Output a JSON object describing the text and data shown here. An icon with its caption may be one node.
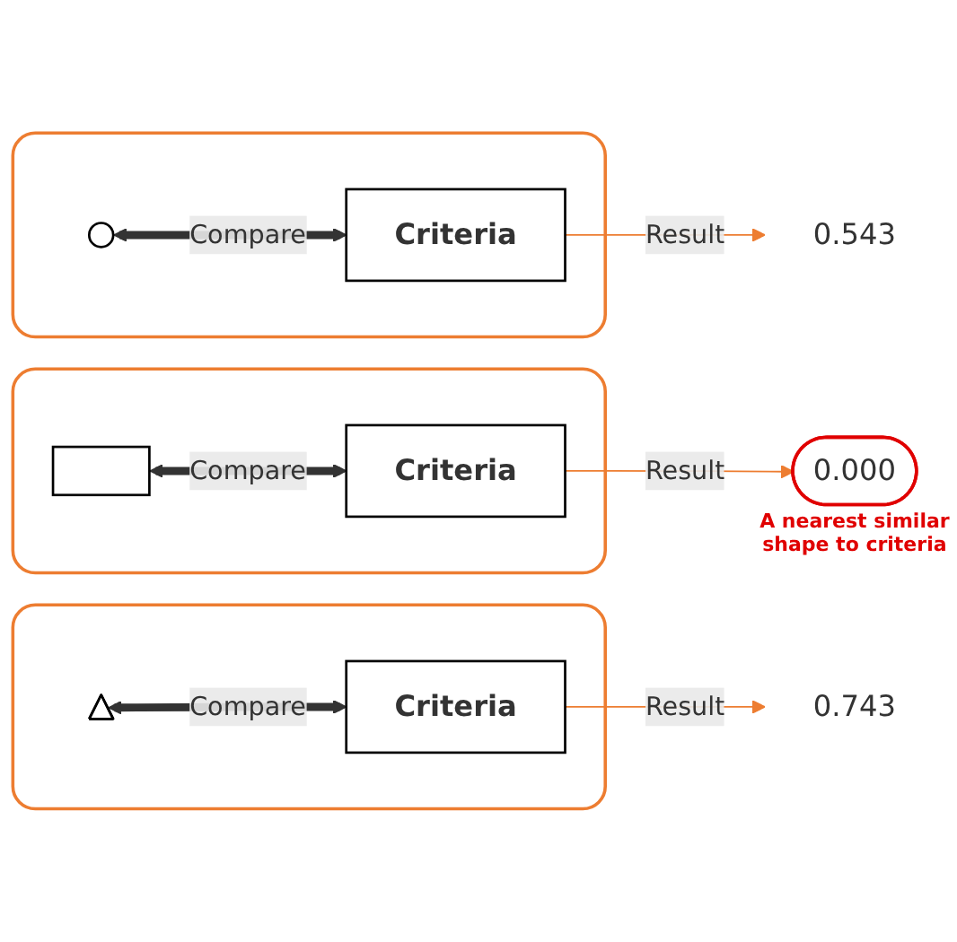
{
  "diagram": {
    "nodes": [
      {
        "text": [],
        "shape": "box"
      },
      {
        "text": [],
        "shape": "circle",
        "in": 0
      },
      {
        "text": [
          "Criteria"
        ],
        "in": 0
      },
      {
        "text": [
          "0.543"
        ]
      },
      {
        "text": [],
        "shape": "box"
      },
      {
        "text": [],
        "shape": "box",
        "in": 4
      },
      {
        "text": [
          "Criteria"
        ],
        "in": 4
      },
      {
        "text": [
          "0.000"
        ],
        "beside": [
          "A nearest similar shape to criteria"
        ]
      },
      {
        "text": [],
        "shape": "box"
      },
      {
        "text": [],
        "shape": "triangle",
        "in": 8
      },
      {
        "text": [
          "Criteria"
        ],
        "in": 8
      },
      {
        "text": [
          "0.743"
        ]
      }
    ],
    "edges": [
      {
        "from": 1,
        "to": 2,
        "arrow": "both",
        "label": "Compare",
        "style": "thick"
      },
      {
        "from": 2,
        "to": 3,
        "arrow": "to",
        "label": "Result",
        "color": "#ed7d31"
      },
      {
        "from": 5,
        "to": 6,
        "arrow": "both",
        "label": "Compare",
        "style": "thick"
      },
      {
        "from": 6,
        "to": 7,
        "arrow": "to",
        "label": "Result",
        "color": "#ed7d31"
      },
      {
        "from": 9,
        "to": 10,
        "arrow": "both",
        "label": "Compare",
        "style": "thick"
      },
      {
        "from": 10,
        "to": 11,
        "arrow": "to",
        "label": "Result",
        "color": "#ed7d31"
      }
    ]
  }
}
